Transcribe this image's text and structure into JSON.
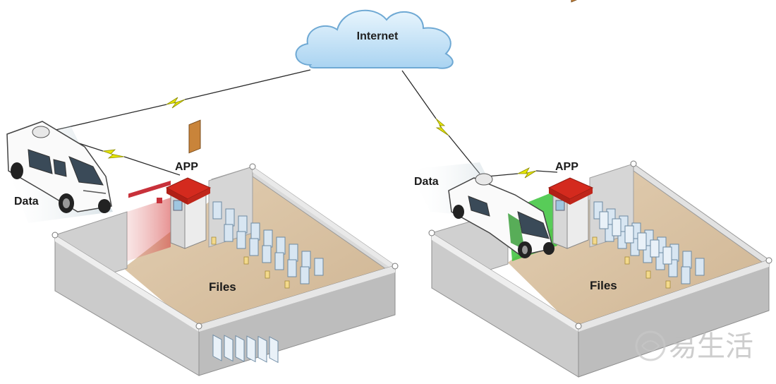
{
  "cloud": {
    "label": "Internet"
  },
  "left_scene": {
    "vehicle_label": "Data",
    "booth_label": "APP",
    "area_label": "Files",
    "gate_state": "closed"
  },
  "right_scene": {
    "vehicle_label": "Data",
    "booth_label": "APP",
    "area_label": "Files",
    "gate_state": "open"
  },
  "watermark": {
    "text": "易生活"
  },
  "colors": {
    "cloud_fill": "#bfe0f7",
    "cloud_stroke": "#6fa9d4",
    "wall_top": "#e4e4e4",
    "wall_face": "#c9c9c9",
    "floor": "#d9c3a5",
    "roof": "#d42a1e",
    "gate_closed": "#c8313a",
    "gate_open": "#3bc33b",
    "lightning": "#e6e600"
  }
}
